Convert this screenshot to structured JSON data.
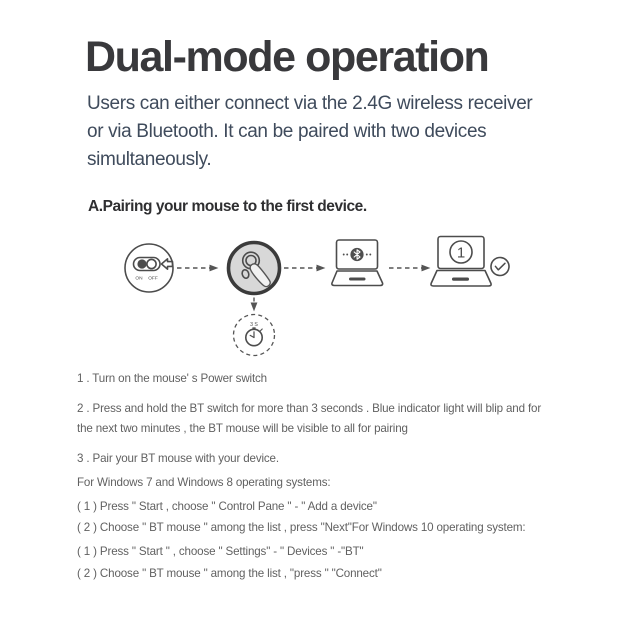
{
  "page": {
    "title": "Dual-mode operation",
    "subtitle_lines": [
      "Users can either connect via the 2.4G wireless receiver",
      "or via Bluetooth. It can be paired with two devices",
      "simultaneously."
    ],
    "section_heading": "A.Pairing your mouse to the first device."
  },
  "diagram": {
    "power_switch": {
      "on": "ON",
      "off": "OFF"
    },
    "hold_time": "3 S",
    "device_number": "1",
    "icon_names": [
      "power-switch-icon",
      "mouse-press-bt-button-icon",
      "timer-3s-icon",
      "laptop-bluetooth-icon",
      "laptop-device-1-icon",
      "check-circle-icon"
    ],
    "colors": {
      "stroke": "#4c4c4c",
      "pressed_circle_fill": "#d8d8d8",
      "pressed_circle_border": "#3b3b3b",
      "bluetooth_badge": "#4f4f4f"
    }
  },
  "instructions": {
    "lines": [
      "1 . Turn on the mouse' s Power switch",
      "2 . Press and hold the BT switch for more than 3 seconds . Blue indicator light will blip and for",
      "the next two minutes , the BT mouse will be visible to all for pairing",
      "3 . Pair your BT mouse with your device.",
      "For Windows 7 and Windows 8 operating systems:",
      "( 1 ) Press \" Start , choose \" Control Pane \" - \" Add a device\"",
      "( 2 ) Choose \" BT mouse \" among the list , press \"Next\"For Windows 10 operating system:",
      "( 1 ) Press \" Start \" , choose \" Settings\" - \" Devices \" -\"BT\"",
      "( 2 ) Choose \" BT mouse \" among the list , \"press \" \"Connect\""
    ]
  }
}
